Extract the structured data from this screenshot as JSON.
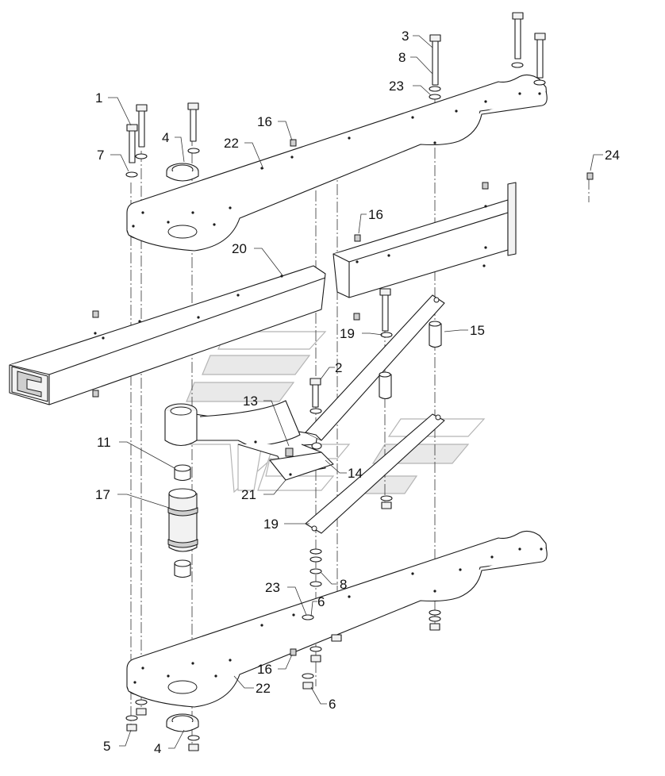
{
  "callouts": {
    "c1": "1",
    "c7": "7",
    "c4_top": "4",
    "c22_top": "22",
    "c16_top": "16",
    "c3": "3",
    "c8_top": "8",
    "c23_top": "23",
    "c24": "24",
    "c16_mid": "16",
    "c20": "20",
    "c19_top": "19",
    "c15": "15",
    "c2": "2",
    "c13": "13",
    "c11": "11",
    "c17": "17",
    "c21": "21",
    "c14": "14",
    "c19_bottom": "19",
    "c23_bottom": "23",
    "c8_bottom": "8",
    "c6_mid": "6",
    "c16_bottom": "16",
    "c22_bottom": "22",
    "c6_bottom": "6",
    "c5": "5",
    "c4_bottom": "4"
  }
}
